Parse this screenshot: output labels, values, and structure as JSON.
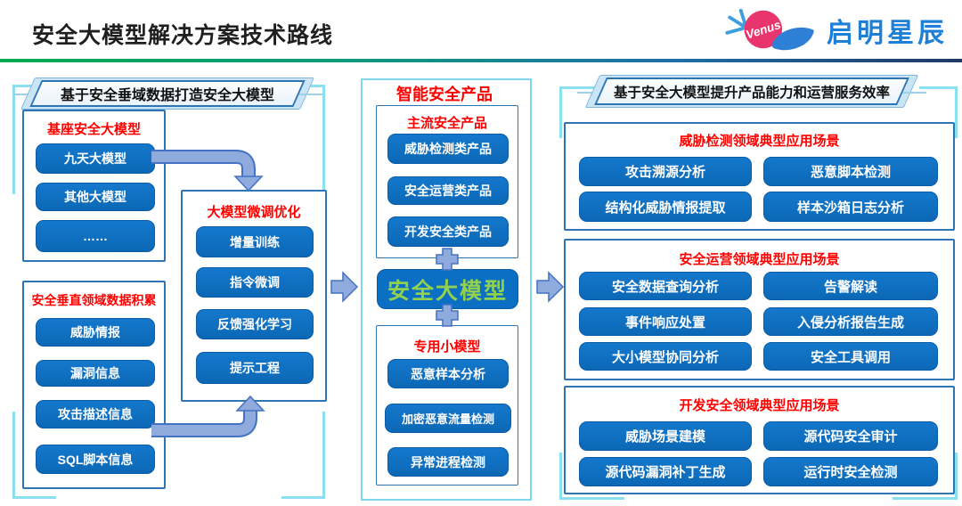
{
  "header": {
    "title": "安全大模型解决方案技术路线",
    "brand": "启明星辰",
    "brand_badge": "Venus"
  },
  "left": {
    "banner": "基于安全垂域数据打造安全大模型",
    "base_box": {
      "title": "基座安全大模型",
      "items": [
        "九天大模型",
        "其他大模型",
        "……"
      ]
    },
    "data_box": {
      "title": "安全垂直领域数据积累",
      "items": [
        "威胁情报",
        "漏洞信息",
        "攻击描述信息",
        "SQL脚本信息"
      ]
    },
    "tune_box": {
      "title": "大模型微调优化",
      "items": [
        "增量训练",
        "指令微调",
        "反馈强化学习",
        "提示工程"
      ]
    }
  },
  "middle": {
    "title": "智能安全产品",
    "main_box": {
      "title": "主流安全产品",
      "items": [
        "威胁检测类产品",
        "安全运营类产品",
        "开发安全类产品"
      ]
    },
    "core_label": "安全大模型",
    "small_box": {
      "title": "专用小模型",
      "items": [
        "恶意样本分析",
        "加密恶意流量检测",
        "异常进程检测"
      ]
    }
  },
  "right": {
    "banner": "基于安全大模型提升产品能力和运营服务效率",
    "threat_box": {
      "title": "威胁检测领域典型应用场景",
      "items": [
        "攻击溯源分析",
        "恶意脚本检测",
        "结构化威胁情报提取",
        "样本沙箱日志分析"
      ]
    },
    "ops_box": {
      "title": "安全运营领域典型应用场景",
      "items": [
        "安全数据查询分析",
        "告警解读",
        "事件响应处置",
        "入侵分析报告生成",
        "大小模型协同分析",
        "安全工具调用"
      ]
    },
    "dev_box": {
      "title": "开发安全领域典型应用场景",
      "items": [
        "威胁场景建模",
        "源代码安全审计",
        "源代码漏洞补丁生成",
        "运行时安全检测"
      ]
    }
  },
  "colors": {
    "node_blue": "#0D6EC0",
    "red_title": "#FF0000",
    "core_green": "#92D050",
    "arrow_fill": "#8FAADC",
    "arrow_stroke": "#4472C4",
    "frame_cyan": "#8BE0F0",
    "brand_blue": "#1E7FD6",
    "brand_pink": "#E8356D"
  }
}
